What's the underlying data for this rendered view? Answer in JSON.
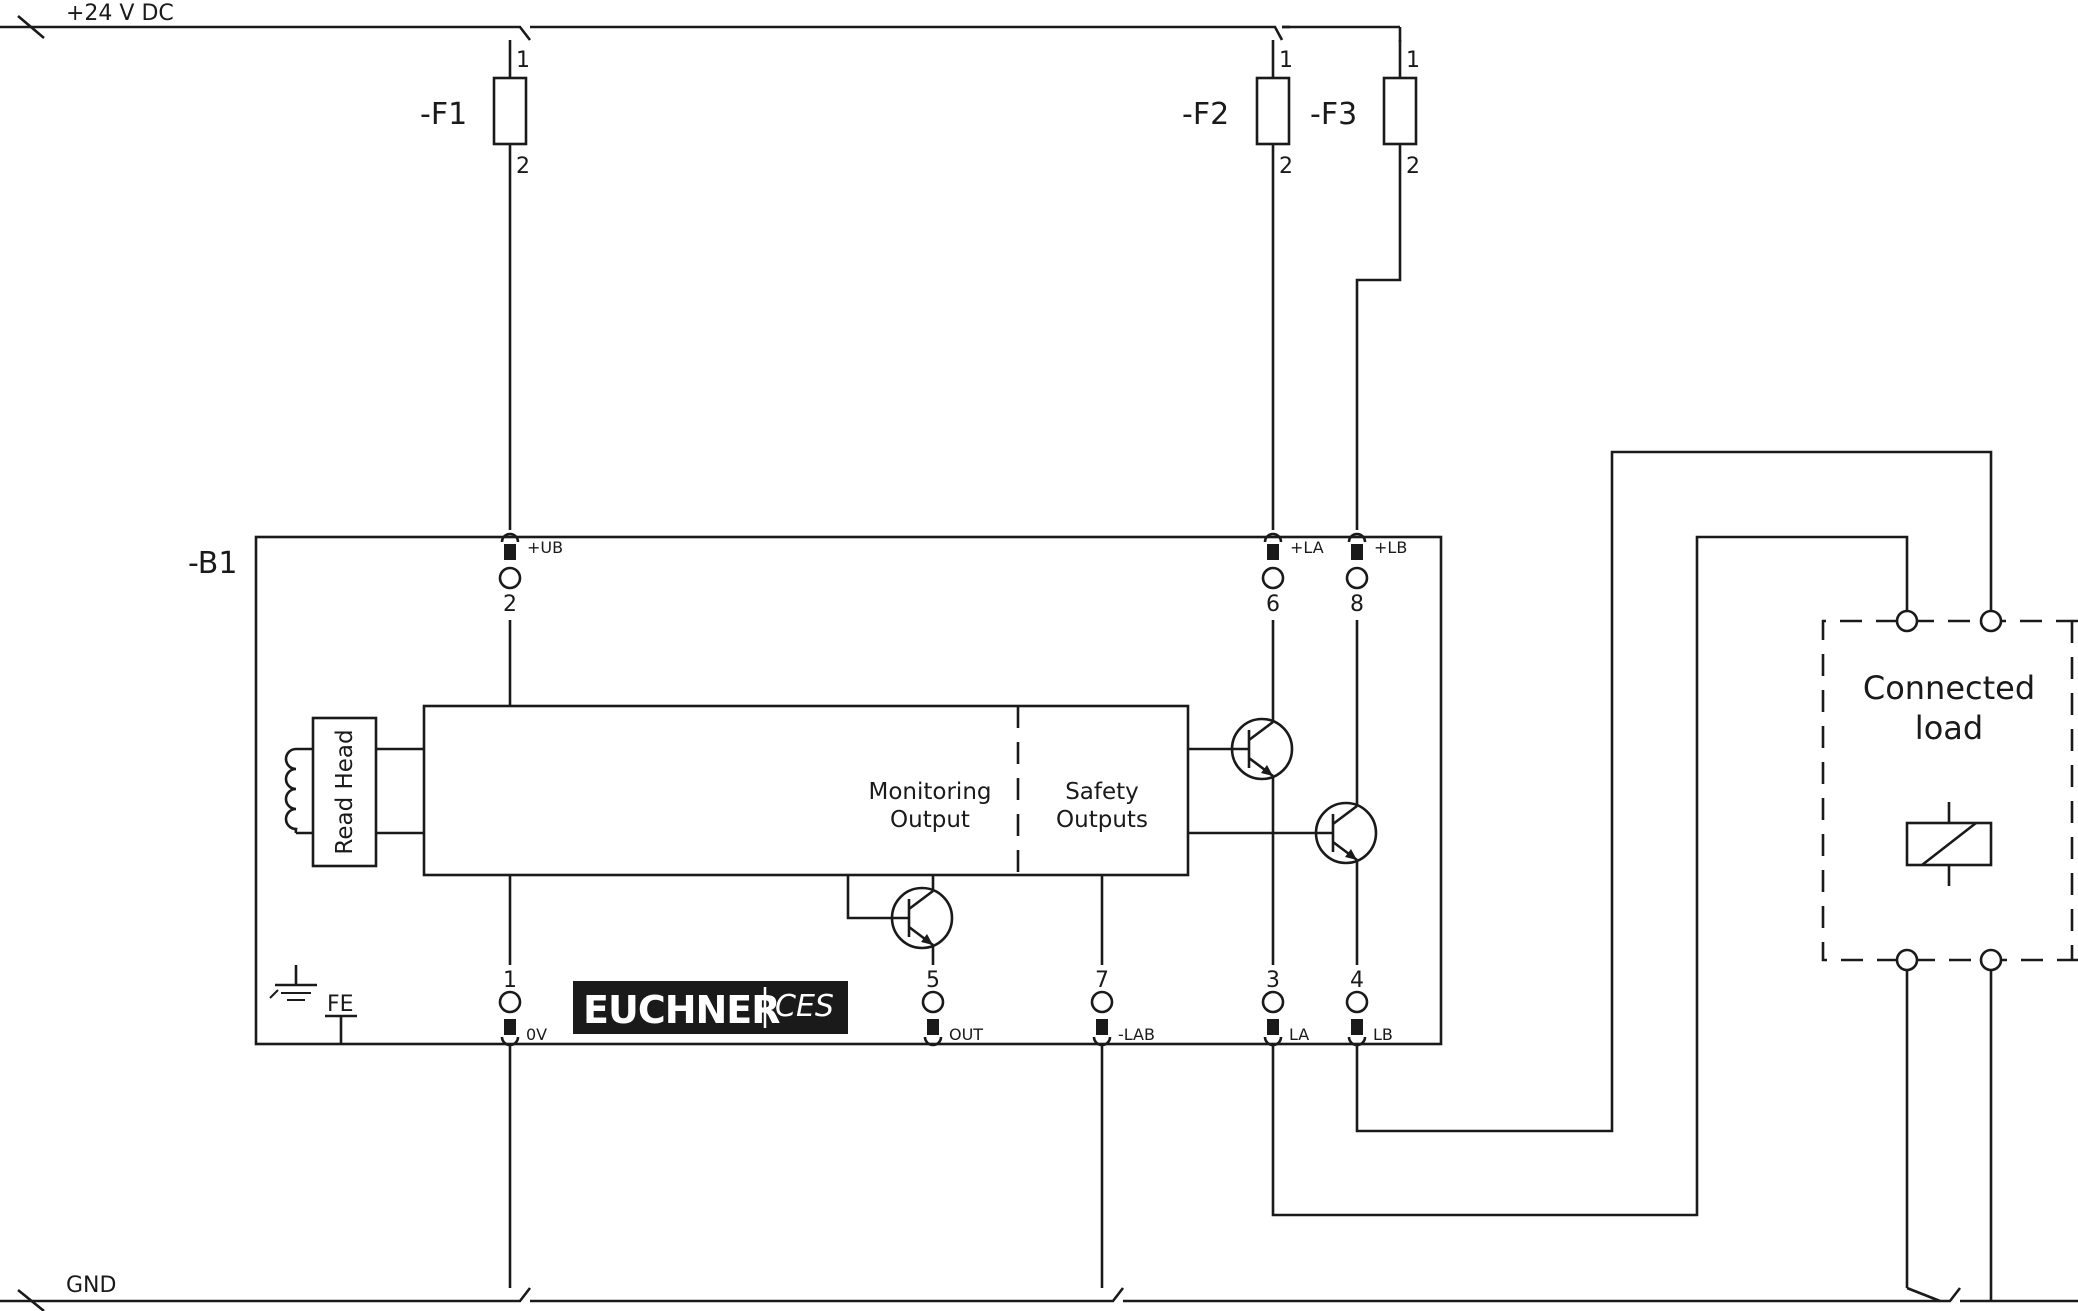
{
  "rails": {
    "supply": "+24 V DC",
    "ground": "GND"
  },
  "fuses": [
    {
      "ref": "-F1",
      "pin_top": "1",
      "pin_bottom": "2"
    },
    {
      "ref": "-F2",
      "pin_top": "1",
      "pin_bottom": "2"
    },
    {
      "ref": "-F3",
      "pin_top": "1",
      "pin_bottom": "2"
    }
  ],
  "device": {
    "ref": "-B1",
    "brand": "EUCHNER",
    "model": "CES",
    "read_head": "Read Head",
    "monitoring_output": [
      "Monitoring",
      "Output"
    ],
    "safety_outputs": [
      "Safety",
      "Outputs"
    ],
    "fe_label": "FE"
  },
  "terminals": {
    "ub": {
      "number": "2",
      "signal": "+UB"
    },
    "la_plus": {
      "number": "6",
      "signal": "+LA"
    },
    "lb_plus": {
      "number": "8",
      "signal": "+LB"
    },
    "zero_v": {
      "number": "1",
      "signal": "0V"
    },
    "out": {
      "number": "5",
      "signal": "OUT"
    },
    "lab_minus": {
      "number": "7",
      "signal": "-LAB"
    },
    "la": {
      "number": "3",
      "signal": "LA"
    },
    "lb": {
      "number": "4",
      "signal": "LB"
    }
  },
  "load": {
    "label": [
      "Connected",
      "load"
    ]
  },
  "colors": {
    "line": "#1a1a1a",
    "background": "#ffffff",
    "logo_background": "#1a1a1a",
    "logo_text": "#ffffff"
  }
}
